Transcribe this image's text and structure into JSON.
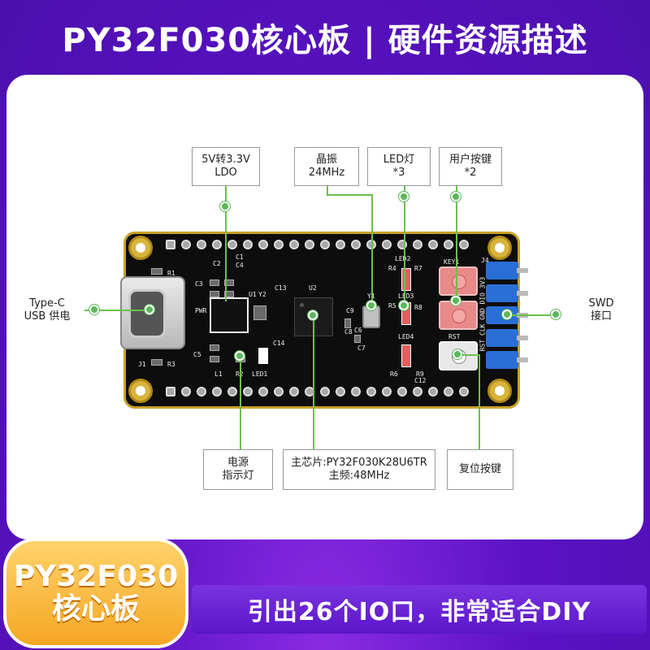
{
  "title": "PY32F030核心板 | 硬件资源描述",
  "labels": {
    "ldo": [
      "5V转3.3V",
      "LDO"
    ],
    "crystal": [
      "晶振",
      "24MHz"
    ],
    "led": [
      "LED灯",
      "*3"
    ],
    "user_key": [
      "用户按键",
      "*2"
    ],
    "typec": [
      "Type-C",
      "USB 供电"
    ],
    "swd": [
      "SWD",
      "接口"
    ],
    "power_led": [
      "电源",
      "指示灯"
    ],
    "mcu": [
      "主芯片:PY32F030K28U6TR",
      "主频:48MHz"
    ],
    "reset": [
      "复位按键"
    ]
  },
  "silkscreen": {
    "r1": "R1",
    "c2": "C2",
    "c4": "C4",
    "c1": "C1",
    "c3": "C3",
    "u1": "U1",
    "y2": "Y2",
    "c13": "C13",
    "u2": "U2",
    "y1": "Y1",
    "c9": "C9",
    "c8": "C8",
    "c6": "C6",
    "c7": "C7",
    "c14": "C14",
    "c5": "C5",
    "l1": "L1",
    "r2": "R2",
    "led1": "LED1",
    "j1": "J1",
    "r3": "R3",
    "pwr": "PWR",
    "led2": "LED2",
    "led3": "LED3",
    "led4": "LED4",
    "r4": "R4",
    "r5": "R5",
    "r6": "R6",
    "r7": "R7",
    "r8": "R8",
    "r9": "R9",
    "c12": "C12",
    "key1": "KEY1",
    "rst": "RST",
    "j4": "J4",
    "swd_pins": "RST CLK GND DIO 3V3"
  },
  "badge": [
    "PY32F030",
    "核心板"
  ],
  "slogan": "引出26个IO口，非常适合DIY",
  "colors": {
    "background": "#5b12c4",
    "accent_line": "#6cc04a",
    "badge": "#f5a623",
    "pcb": "#0d0d0d"
  }
}
